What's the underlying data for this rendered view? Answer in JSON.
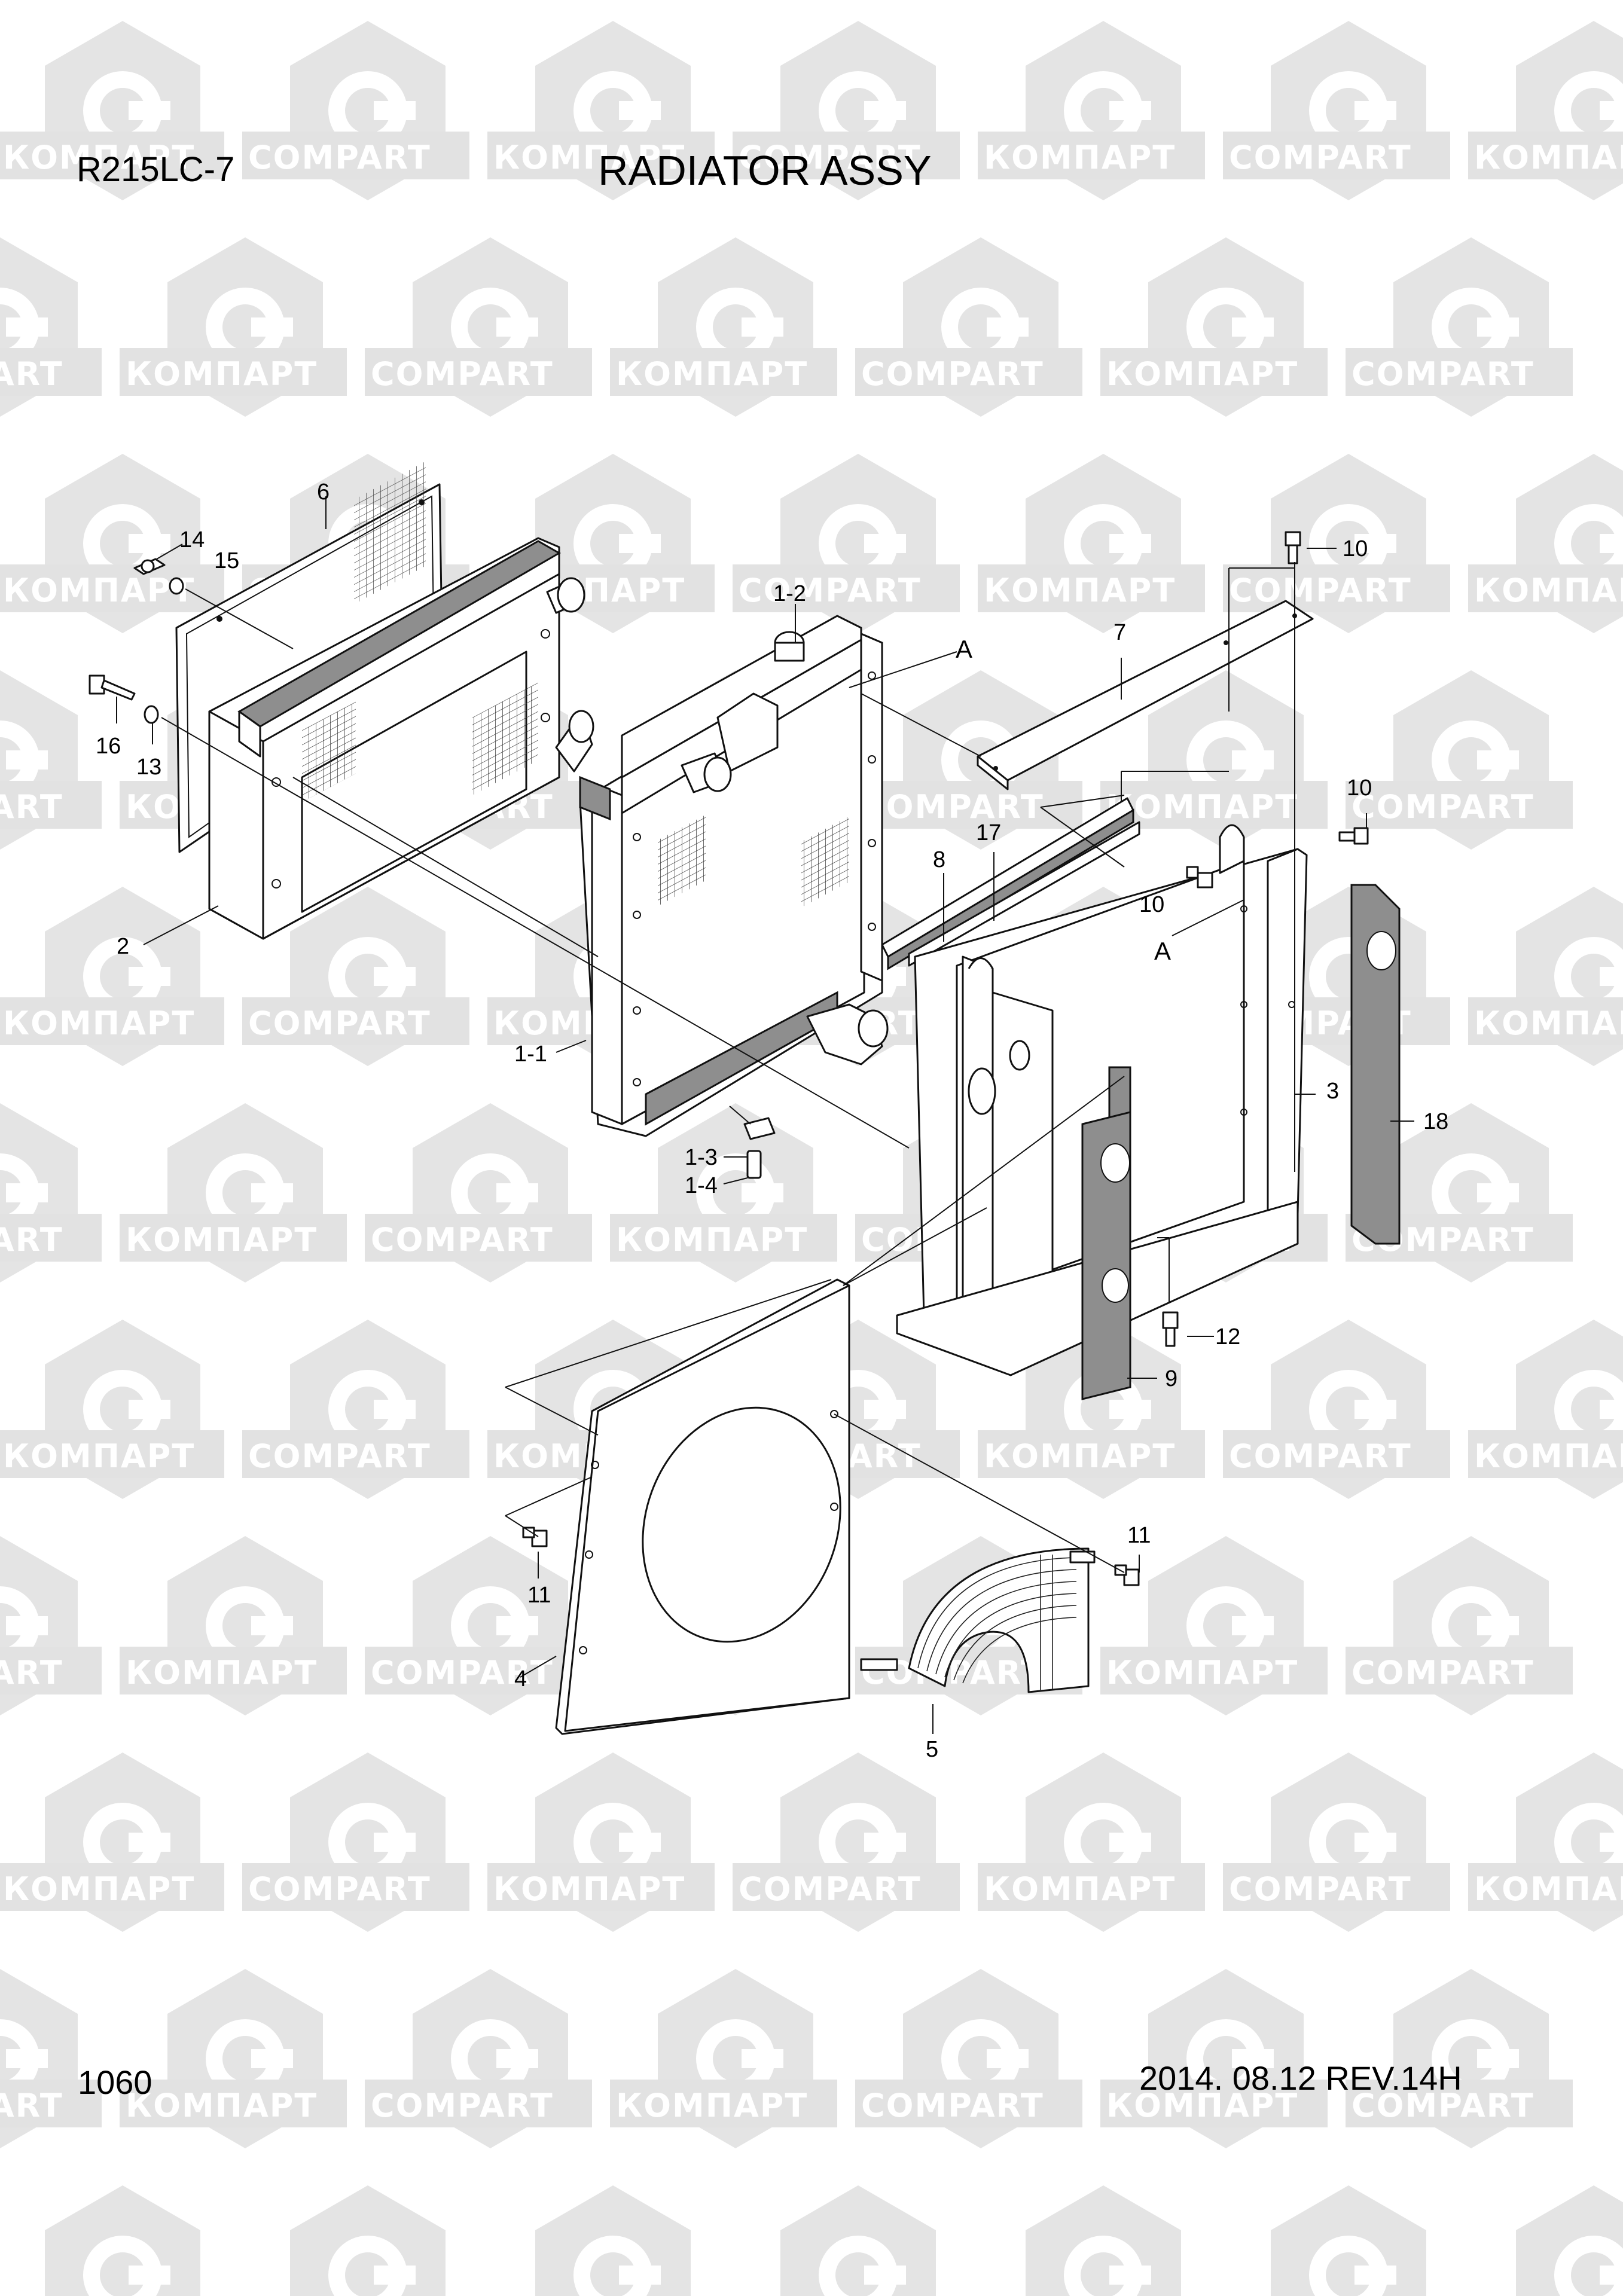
{
  "header": {
    "model": "R215LC-7",
    "title": "RADIATOR ASSY"
  },
  "footer": {
    "page_number": "1060",
    "revision": "2014. 08.12 REV.14H"
  },
  "watermark": {
    "texts": [
      "КОМПАРТ",
      "COMPART"
    ],
    "color": "#e2e2e2"
  },
  "callouts": {
    "p1_1": "1-1",
    "p1_2": "1-2",
    "p1_3": "1-3",
    "p1_4": "1-4",
    "p2": "2",
    "p3": "3",
    "p4": "4",
    "p5": "5",
    "p6": "6",
    "p7": "7",
    "p8": "8",
    "p9": "9",
    "p10a": "10",
    "p10b": "10",
    "p10c": "10",
    "p11a": "11",
    "p11b": "11",
    "p12": "12",
    "p13": "13",
    "p14": "14",
    "p15": "15",
    "p16": "16",
    "p17": "17",
    "p18": "18",
    "ref_a1": "A",
    "ref_a2": "A"
  }
}
